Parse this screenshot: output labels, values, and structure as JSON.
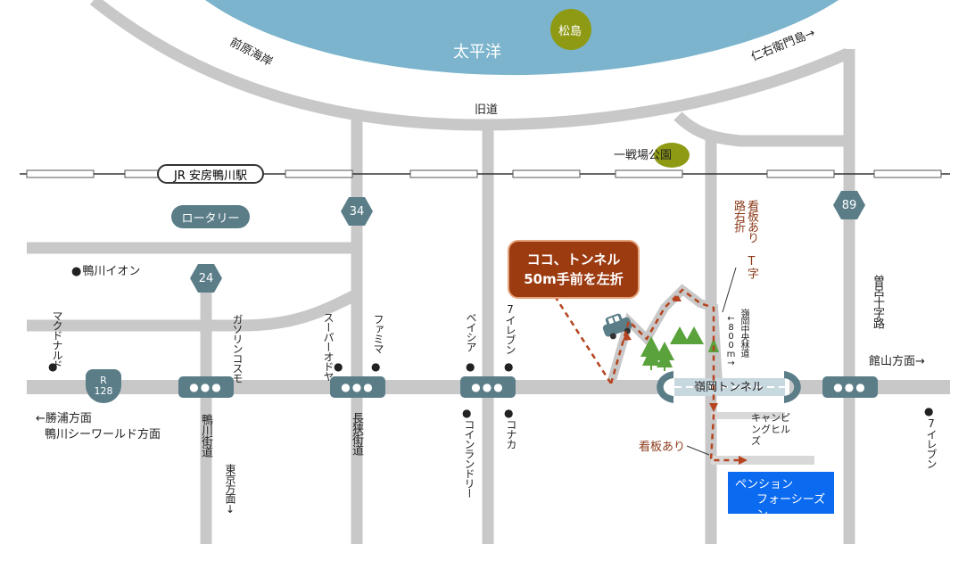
{
  "ocean": {
    "label": "太平洋",
    "color": "#7bb4cc"
  },
  "island": {
    "label": "松島",
    "color": "#8f9a14"
  },
  "park": {
    "label": "一戦場公園"
  },
  "coast": {
    "left_label": "前原海岸",
    "right_label": "仁右衛門島→"
  },
  "old_road": "旧道",
  "railway": {
    "station": "JR 安房鴨川駅"
  },
  "rotary": "ロータリー",
  "route_badges": [
    "34",
    "24",
    "89"
  ],
  "main_road_badge": {
    "prefix": "R",
    "number": "128"
  },
  "signal_text": "●●●",
  "places": {
    "kamogawa_aeon": "鴨川イオン",
    "mcdonalds": "マクドナルド",
    "gasoline_cosmo": "ガソリンコスモ",
    "super_odoya": "スーパーオドヤ",
    "familymart": "ファミマ",
    "beisia": "ベイシア",
    "seven_eleven_1": "7イレブン",
    "seven_eleven_2": "7イレブン",
    "coin_laundry": "コインランドリー",
    "konaka": "コナカ"
  },
  "roads": {
    "kamogawa_kaido": "鴨川街道",
    "tokyo_direction": "東京方面↓",
    "nagasa_kaido": "長狭街道",
    "katsuura_direction": "←勝浦方面",
    "seaworld_direction": "鴨川シーワールド方面",
    "sorojujiro": "曽呂十字路",
    "tateyama_direction": "館山方面→",
    "minaoka_tunnel": "嶺岡トンネル",
    "minaoka_forest_road": "嶺岡中央林道",
    "distance": "←800m→"
  },
  "callout": {
    "line1": "ココ、トンネル",
    "line2": "50m手前を左折"
  },
  "signs": {
    "t_junction": "看板あり T字路右折",
    "sign_bottom": "看板あり"
  },
  "camping": "キャンピングヒルズ",
  "destination": {
    "line1": "ペンション",
    "line2": "フォーシーズン"
  }
}
